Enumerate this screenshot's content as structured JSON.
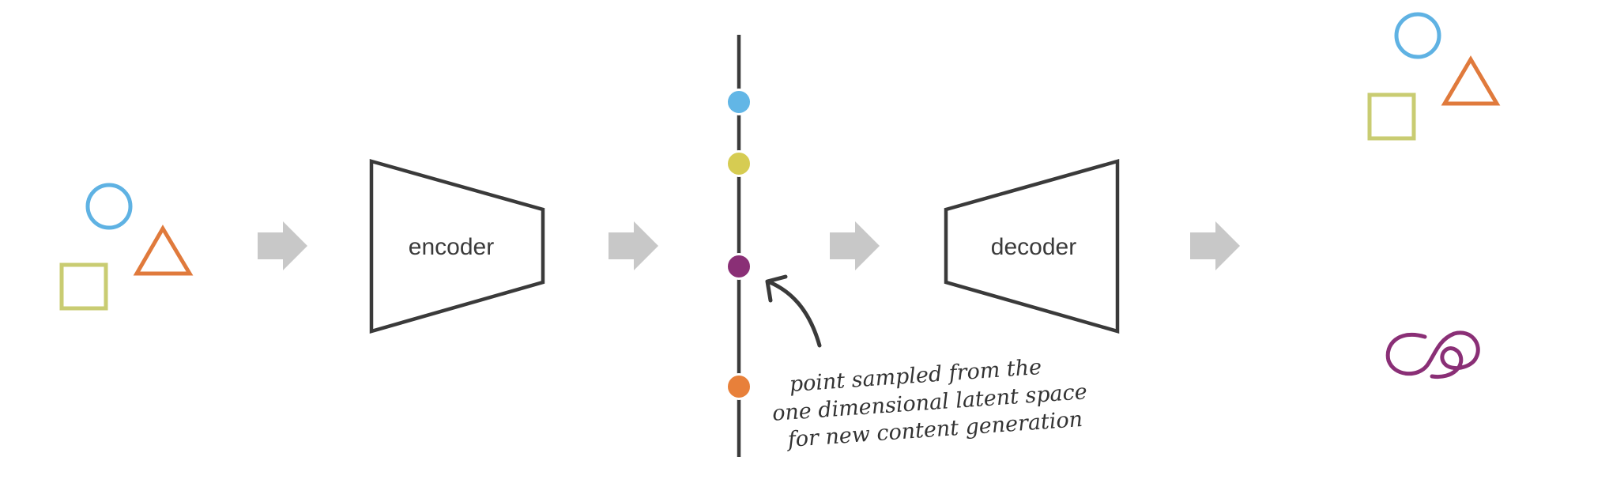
{
  "colors": {
    "stroke": "#3a3a3a",
    "arrow": "#c8c8c8",
    "circle": "#5fb2e3",
    "triangle": "#e07a3c",
    "square": "#c9cc72",
    "point_blue": "#62b6e6",
    "point_yellow": "#d6cc52",
    "point_purple": "#8a2f76",
    "point_orange": "#e8803a",
    "generated_shape": "#8a2f76"
  },
  "encoder": {
    "label": "encoder"
  },
  "decoder": {
    "label": "decoder"
  },
  "latent_space": {
    "points": [
      "blue",
      "yellow",
      "purple",
      "orange"
    ]
  },
  "annotation": {
    "lines": [
      "point sampled from the",
      "one dimensional latent space",
      "for new content generation"
    ]
  },
  "icons": [
    "circle-icon",
    "triangle-icon",
    "square-icon",
    "flow-arrow-icon",
    "curved-arrow-icon",
    "squiggle-shape-icon"
  ]
}
